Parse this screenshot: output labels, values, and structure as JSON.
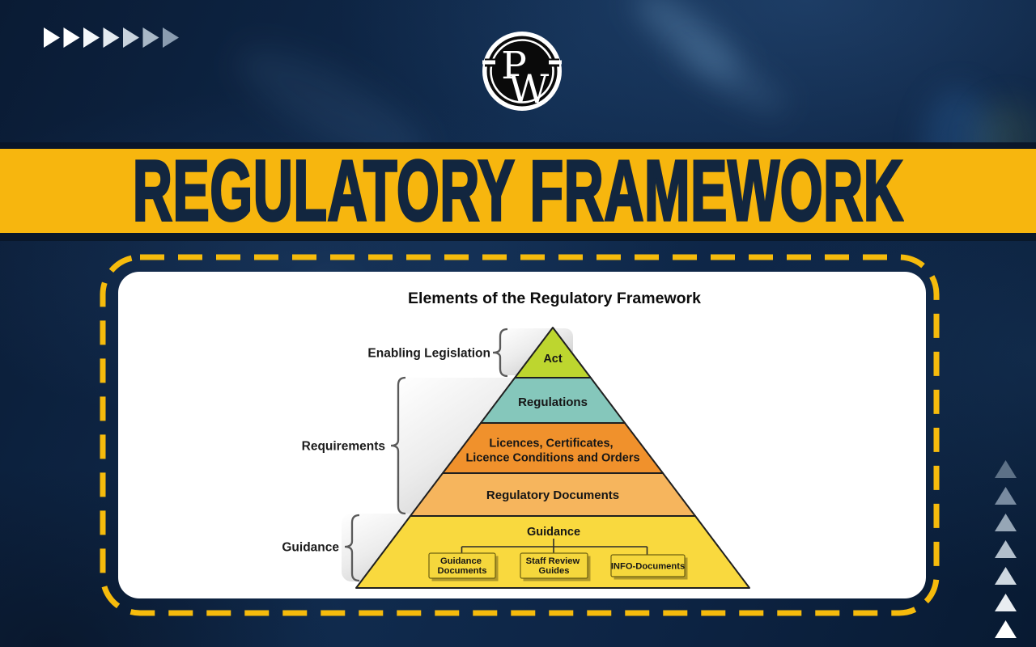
{
  "logo": {
    "letter_p": "P",
    "letter_w": "W",
    "ring_color": "#ffffff",
    "disc_color": "#0A0A0A"
  },
  "banner": {
    "title": "REGULATORY FRAMEWORK",
    "bg_color": "#F7B60E",
    "text_color": "#12263F"
  },
  "frame": {
    "dash_color": "#F6BB0C"
  },
  "decor": {
    "left_arrows": {
      "shape": "right-triangle",
      "colors": [
        "#ffffff",
        "#ffffff",
        "#f5f8fa",
        "#e4eaf0",
        "#c9d3dd",
        "#a9b8c7",
        "#8a9cb0"
      ]
    },
    "right_arrows": {
      "shape": "up-triangle",
      "colors": [
        "#5d7187",
        "#798ba0",
        "#96a6b6",
        "#b2bfcc",
        "#cfd8e0",
        "#e9edf1",
        "#ffffff"
      ]
    }
  },
  "diagram": {
    "title": "Elements of the Regulatory Framework",
    "levels": [
      {
        "label": "Act",
        "color": "#BDD62F"
      },
      {
        "label": "Regulations",
        "color": "#85C7BB"
      },
      {
        "label": "Licences, Certificates,",
        "label2": "Licence Conditions and Orders",
        "color": "#F0912C"
      },
      {
        "label": "Regulatory Documents",
        "color": "#F6B55D"
      },
      {
        "label": "Guidance",
        "color": "#F9D93E"
      }
    ],
    "side_labels": [
      {
        "label": "Enabling Legislation"
      },
      {
        "label": "Requirements"
      },
      {
        "label": "Guidance"
      }
    ],
    "guidance_tree": {
      "root": "Guidance",
      "children": [
        {
          "line1": "Guidance",
          "line2": "Documents"
        },
        {
          "line1": "Staff Review",
          "line2": "Guides"
        },
        {
          "line1": "INFO-Documents",
          "line2": ""
        }
      ],
      "box_fill": "#F5D73C"
    }
  }
}
